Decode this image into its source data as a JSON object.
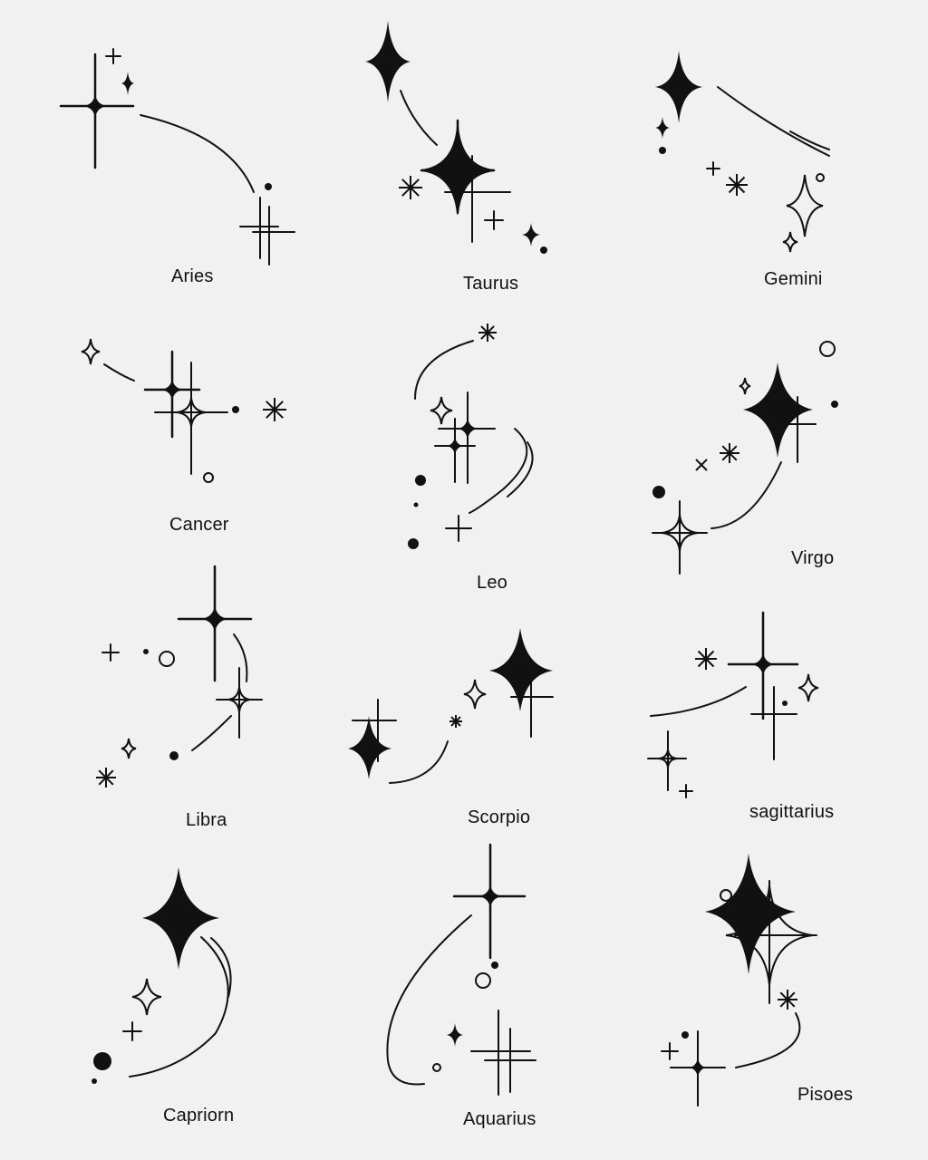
{
  "title": "",
  "colors": {
    "background": "#f1f1f1",
    "ink": "#111111"
  },
  "signs": [
    {
      "label": "Aries"
    },
    {
      "label": "Taurus"
    },
    {
      "label": "Gemini"
    },
    {
      "label": "Cancer"
    },
    {
      "label": "Leo"
    },
    {
      "label": "Virgo"
    },
    {
      "label": "Libra"
    },
    {
      "label": "Scorpio"
    },
    {
      "label": "sagittarius"
    },
    {
      "label": "Capriorn"
    },
    {
      "label": "Aquarius"
    },
    {
      "label": "Pisoes"
    }
  ]
}
